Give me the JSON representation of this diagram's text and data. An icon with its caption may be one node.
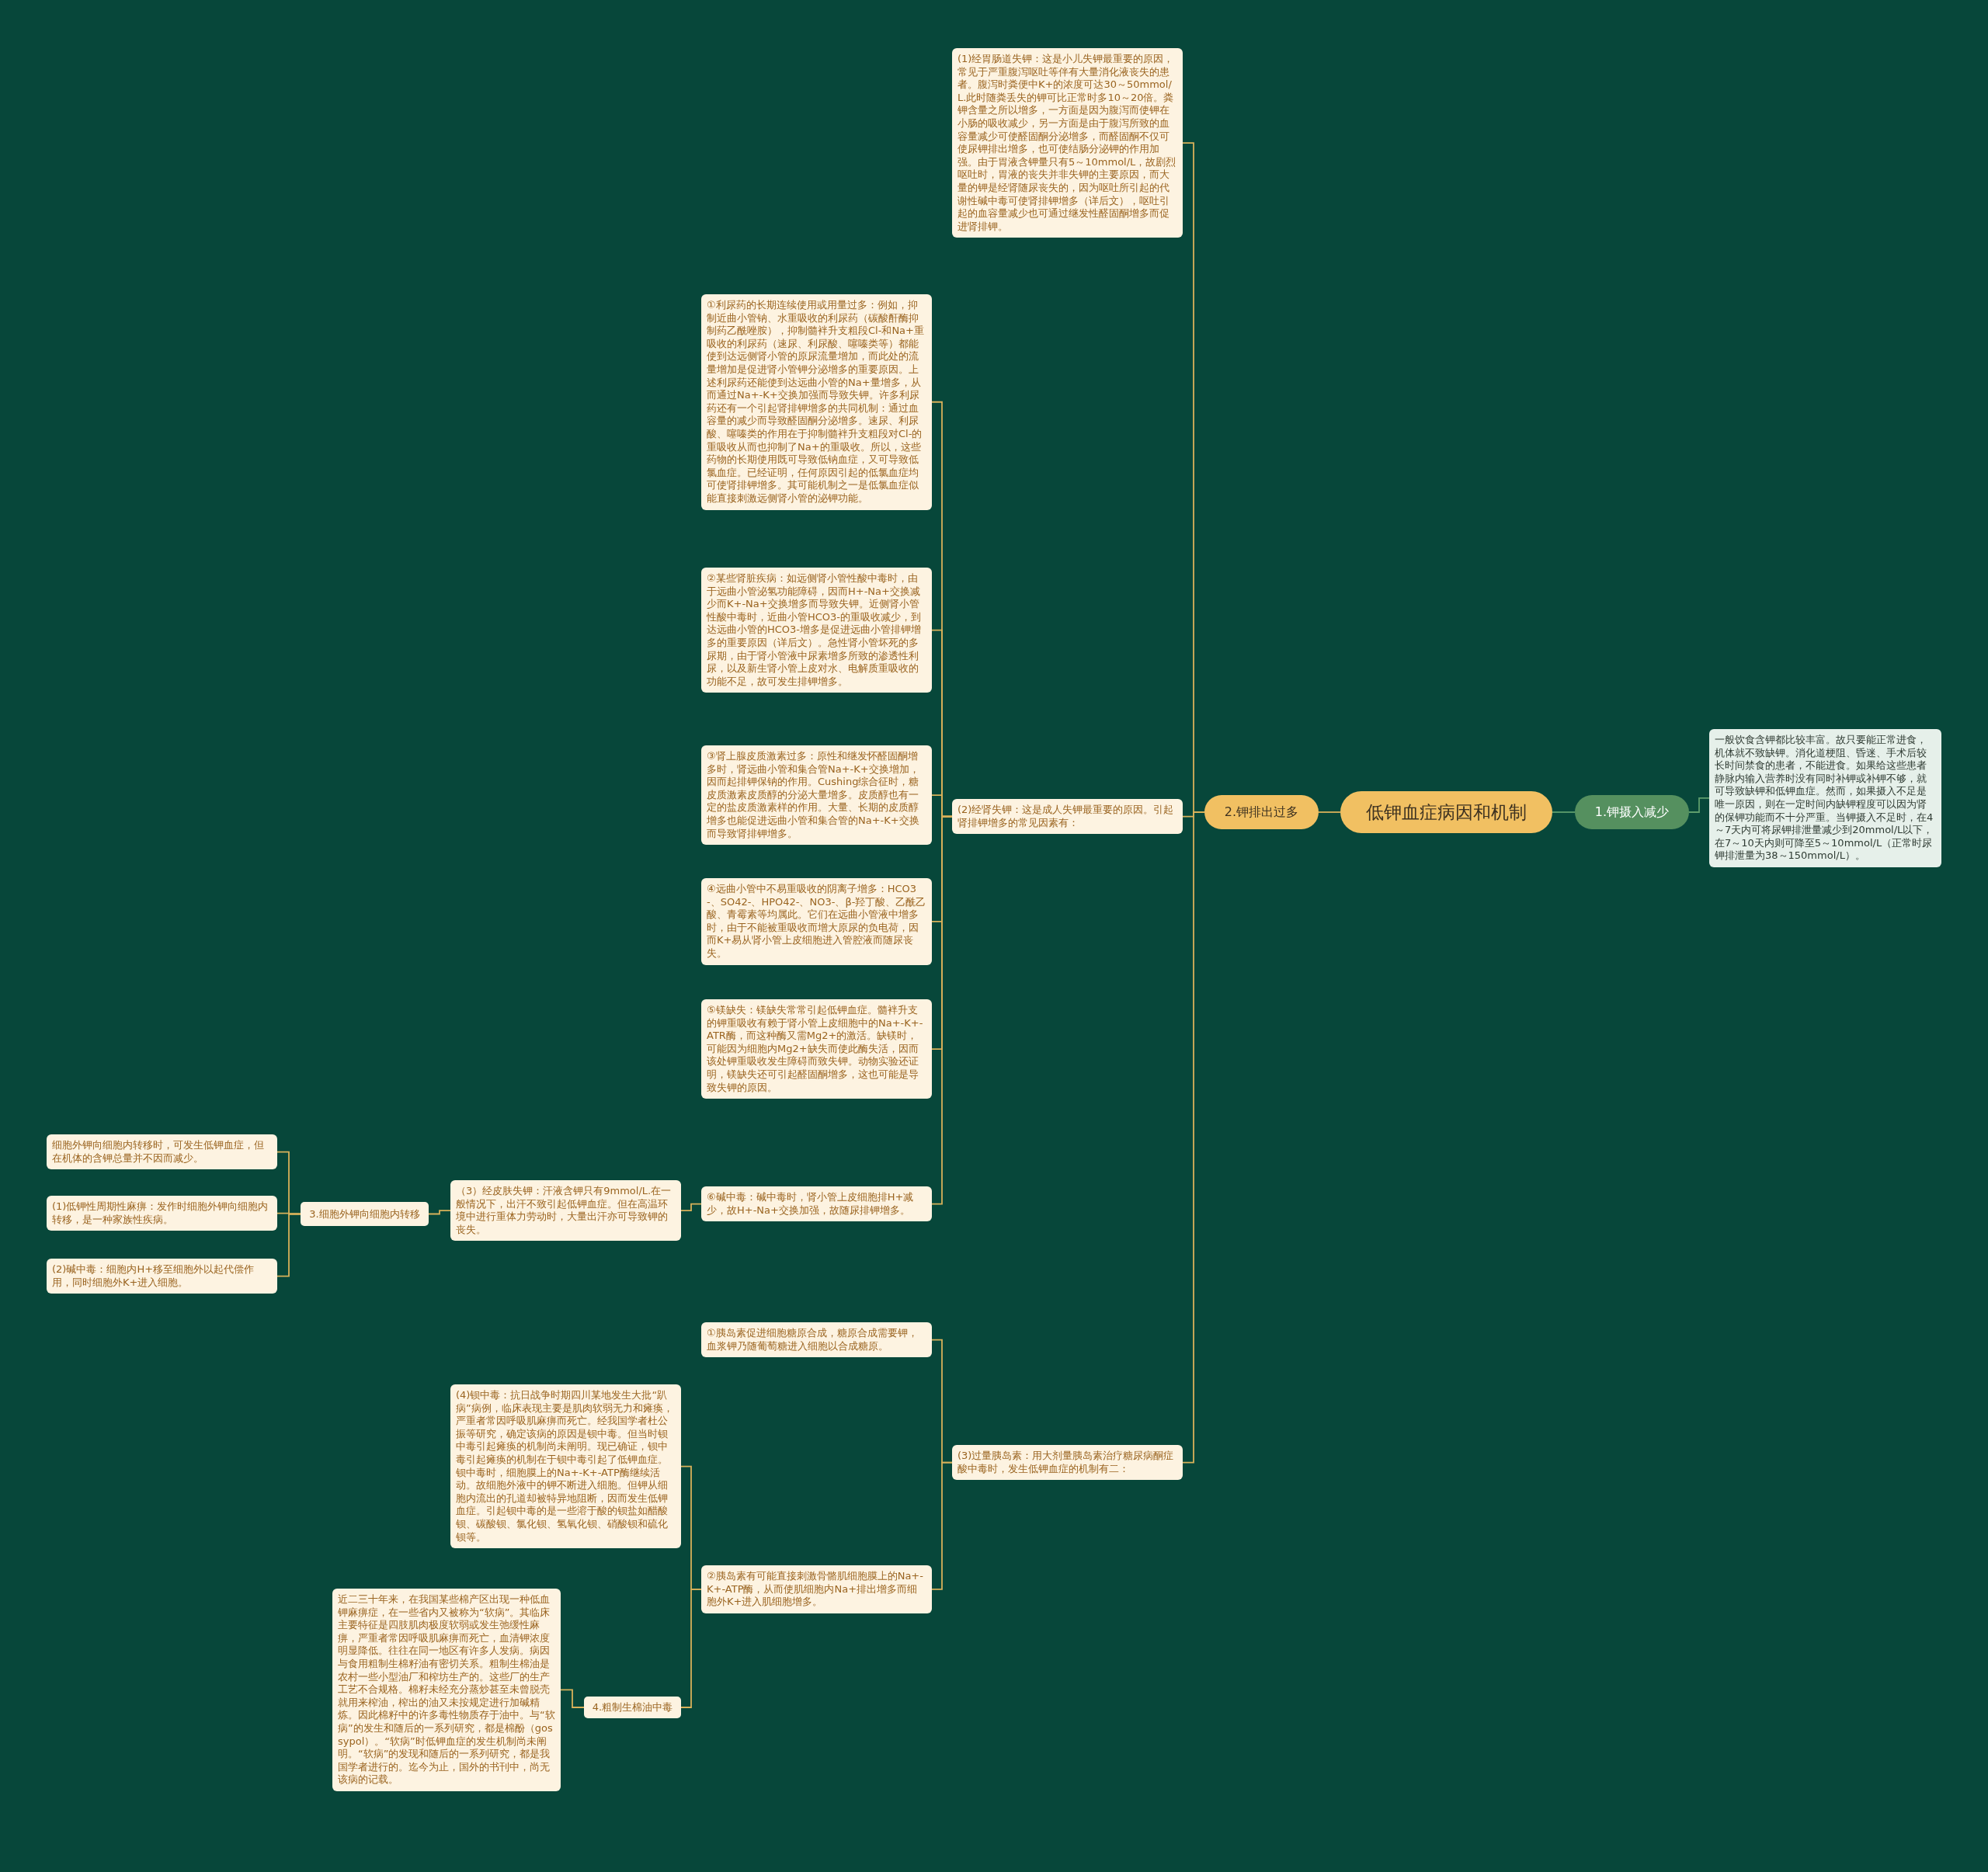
{
  "diagram": {
    "nodes": [
      {
        "text": [
          "低钾血症病因和机制"
        ]
      },
      {
        "text": [
          "1.钾摄入减少"
        ]
      },
      {
        "text": [
          "一般饮食含钾都比较丰富。故只要能正常进食，机体就不致缺钾。消化道梗阻、昏迷、手术后较长时间禁食的患者，不能进食。如果给这些患者静脉内输入营养时没有同时补钾或补钾不够，就可导致缺钾和低钾血症。然而，如果摄入不足是唯一原因，则在一定时间内缺钾程度可以因为肾的保钾功能而不十分严重。当钾摄入不足时，在4～7天内可将尿钾排泄量减少到20mmol/L以下，在7～10天内则可降至5～10mmol/L（正常时尿钾排泄量为38～150mmol/L）。"
        ]
      },
      {
        "text": [
          "2.钾排出过多"
        ]
      },
      {
        "text": [
          "(1)经胃肠道失钾：这是小儿失钾最重要的原因，常见于严重腹泻呕吐等伴有大量消化液丧失的患者。腹泻时粪便中K+的浓度可达30～50mmol/L.此时随粪丢失的钾可比正常时多10～20倍。粪钾含量之所以增多，一方面是因为腹泻而使钾在小肠的吸收减少，另一方面是由于腹泻所致的血容量减少可使醛固酮分泌增多，而醛固酮不仅可使尿钾排出增多，也可使结肠分泌钾的作用加强。由于胃液含钾量只有5～10mmol/L，故剧烈呕吐时，胃液的丧失并非失钾的主要原因，而大量的钾是经肾随尿丧失的，因为呕吐所引起的代谢性碱中毒可使肾排钾增多（详后文），呕吐引起的血容量减少也可通过继发性醛固酮增多而促进肾排钾。"
        ]
      },
      {
        "text": [
          "(2)经肾失钾：这是成人失钾最重要的原因。引起肾排钾增多的常见因素有："
        ]
      },
      {
        "text": [
          "(3)过量胰岛素：用大剂量胰岛素治疗糖尿病酮症酸中毒时，发生低钾血症的机制有二："
        ]
      },
      {
        "text": [
          "①利尿药的长期连续使用或用量过多：例如，抑制近曲小管钠、水重吸收的利尿药（碳酸酐酶抑制药乙酰唑胺），抑制髓袢升支粗段Cl-和Na+重吸收的利尿药（速尿、利尿酸、噻嗪类等）都能使到达远侧肾小管的原尿流量增加，而此处的流量增加是促进肾小管钾分泌增多的重要原因。上述利尿药还能使到达远曲小管的Na+量增多，从而通过Na+-K+交换加强而导致失钾。许多利尿药还有一个引起肾排钾增多的共同机制：通过血容量的减少而导致醛固酮分泌增多。速尿、利尿酸、噻嗪类的作用在于抑制髓袢升支粗段对Cl-的重吸收从而也抑制了Na+的重吸收。所以，这些药物的长期使用既可导致低钠血症，又可导致低氯血症。已经证明，任何原因引起的低氯血症均可使肾排钾增多。其可能机制之一是低氯血症似能直接刺激远侧肾小管的泌钾功能。"
        ]
      },
      {
        "text": [
          "②某些肾脏疾病：如远侧肾小管性酸中毒时，由于远曲小管泌氢功能障碍，因而H+-Na+交换减少而K+-Na+交换增多而导致失钾。近侧肾小管性酸中毒时，近曲小管HCO3-的重吸收减少，到达远曲小管的HCO3-增多是促进远曲小管排钾增多的重要原因（详后文）。急性肾小管坏死的多尿期，由于肾小管液中尿素增多所致的渗透性利尿，以及新生肾小管上皮对水、电解质重吸收的功能不足，故可发生排钾增多。"
        ]
      },
      {
        "text": [
          "③肾上腺皮质激素过多：原性和继发怀醛固酮增多时，肾远曲小管和集合管Na+-K+交换增加，因而起排钾保钠的作用。Cushing综合征时，糖皮质激素皮质醇的分泌大量增多。皮质醇也有一定的盐皮质激素样的作用。大量、长期的皮质醇增多也能促进远曲小管和集合管的Na+-K+交换而导致肾排钾增多。"
        ]
      },
      {
        "text": [
          "④远曲小管中不易重吸收的阴离子增多：HCO3-、SO42-、HPO42-、NO3-、β-羟丁酸、乙酰乙酸、青霉素等均属此。它们在远曲小管液中增多时，由于不能被重吸收而增大原尿的负电荷，因而K+易从肾小管上皮细胞进入管腔液而随尿丧失。"
        ]
      },
      {
        "text": [
          "⑤镁缺失：镁缺失常常引起低钾血症。髓袢升支的钾重吸收有赖于肾小管上皮细胞中的Na+-K+-ATR酶，而这种酶又需Mg2+的激活。缺镁时，可能因为细胞内Mg2+缺失而使此酶失活，因而该处钾重吸收发生障碍而致失钾。动物实验还证明，镁缺失还可引起醛固酮增多，这也可能是导致失钾的原因。"
        ]
      },
      {
        "text": [
          "⑥碱中毒：碱中毒时，肾小管上皮细胞排H+减少，故H+-Na+交换加强，故随尿排钾增多。"
        ]
      },
      {
        "text": [
          "（3）经皮肤失钾：汗液含钾只有9mmol/L.在一般情况下，出汗不致引起低钾血症。但在高温环境中进行重体力劳动时，大量出汗亦可导致钾的丧失。"
        ]
      },
      {
        "text": [
          "3.细胞外钾向细胞内转移"
        ]
      },
      {
        "text": [
          "细胞外钾向细胞内转移时，可发生低钾血症，但在机体的含钾总量并不因而减少。"
        ]
      },
      {
        "text": [
          "(1)低钾性周期性麻痹：发作时细胞外钾向细胞内转移，是一种家族性疾病。"
        ]
      },
      {
        "text": [
          "(2)碱中毒：细胞内H+移至细胞外以起代偿作用，同时细胞外K+进入细胞。"
        ]
      },
      {
        "text": [
          "①胰岛素促进细胞糖原合成，糖原合成需要钾，血浆钾乃随葡萄糖进入细胞以合成糖原。"
        ]
      },
      {
        "text": [
          "②胰岛素有可能直接刺激骨骼肌细胞膜上的Na+-K+-ATP酶，从而使肌细胞内Na+排出增多而细胞外K+进入肌细胞增多。"
        ]
      },
      {
        "text": [
          "(4)钡中毒：抗日战争时期四川某地发生大批“趴病”病例，临床表现主要是肌肉软弱无力和瘫痪，严重者常因呼吸肌麻痹而死亡。经我国学者杜公振等研究，确定该病的原因是钡中毒。但当时钡中毒引起瘫痪的机制尚未阐明。现已确证，钡中毒引起瘫痪的机制在于钡中毒引起了低钾血症。钡中毒时，细胞膜上的Na+-K+-ATP酶继续活动。故细胞外液中的钾不断进入细胞。但钾从细胞内流出的孔道却被特异地阻断，因而发生低钾血症。引起钡中毒的是一些溶于酸的钡盐如醋酸钡、碳酸钡、氯化钡、氢氧化钡、硝酸钡和硫化钡等。"
        ]
      },
      {
        "text": [
          "4.粗制生棉油中毒"
        ]
      },
      {
        "text": [
          "近二三十年来，在我国某些棉产区出现一种低血钾麻痹症，在一些省内又被称为“软病”。其临床主要特征是四肢肌肉极度软弱或发生弛缓性麻痹，严重者常因呼吸肌麻痹而死亡，血清钾浓度明显降低。往往在同一地区有许多人发病。病因与食用粗制生棉籽油有密切关系。粗制生棉油是农村一些小型油厂和榨坊生产的。这些厂的生产工艺不合规格。棉籽未经充分蒸炒甚至未曾脱壳就用来榨油，榨出的油又未按规定进行加碱精炼。因此棉籽中的许多毒性物质存于油中。与“软病”的发生和随后的一系列研究，都是棉酚（gossypol）。“软病”时低钾血症的发生机制尚未阐明。“软病”的发现和随后的一系列研究，都是我国学者进行的。迄今为止，国外的书刊中，尚无该病的记载。"
        ]
      }
    ],
    "edges": [
      {
        "from": 0,
        "to": 1,
        "arrow": "none",
        "color": "#5e9d6c"
      },
      {
        "from": 1,
        "to": 2,
        "arrow": "none",
        "color": "#5e9d6c"
      },
      {
        "from": 0,
        "to": 3,
        "arrow": "none"
      },
      {
        "from": 3,
        "to": 4,
        "arrow": "none"
      },
      {
        "from": 3,
        "to": 5,
        "arrow": "none"
      },
      {
        "from": 3,
        "to": 6,
        "arrow": "none"
      },
      {
        "from": 5,
        "to": 7,
        "arrow": "none"
      },
      {
        "from": 5,
        "to": 8,
        "arrow": "none"
      },
      {
        "from": 5,
        "to": 9,
        "arrow": "none"
      },
      {
        "from": 5,
        "to": 10,
        "arrow": "none"
      },
      {
        "from": 5,
        "to": 11,
        "arrow": "none"
      },
      {
        "from": 5,
        "to": 12,
        "arrow": "none"
      },
      {
        "from": 12,
        "to": 13,
        "arrow": "none"
      },
      {
        "from": 13,
        "to": 14,
        "arrow": "none"
      },
      {
        "from": 14,
        "to": 15,
        "arrow": "none"
      },
      {
        "from": 14,
        "to": 16,
        "arrow": "none"
      },
      {
        "from": 14,
        "to": 17,
        "arrow": "none"
      },
      {
        "from": 6,
        "to": 18,
        "arrow": "none"
      },
      {
        "from": 6,
        "to": 19,
        "arrow": "none"
      },
      {
        "from": 19,
        "to": 20,
        "arrow": "none"
      },
      {
        "from": 19,
        "to": 21,
        "arrow": "none"
      },
      {
        "from": 21,
        "to": 22,
        "arrow": "none"
      }
    ]
  }
}
